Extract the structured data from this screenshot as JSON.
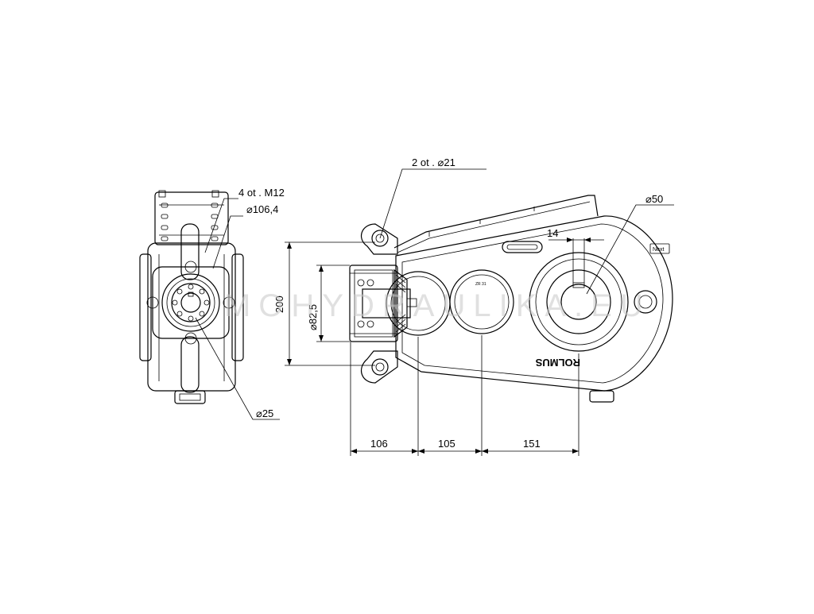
{
  "drawing": {
    "side_view": {
      "bolts_label": "4 ot . M12",
      "flange_diameter_label": "⌀106,4",
      "shaft_diameter_label": "⌀25"
    },
    "front_view": {
      "holes_label": "2 ot . ⌀21",
      "output_shaft_label": "⌀50",
      "key_width_label": "14",
      "height_label": "200",
      "bore_label": "⌀82,5",
      "dim_a_label": "106",
      "dim_b_label": "105",
      "dim_c_label": "151",
      "brand_label": "ROLMUS",
      "badge_label": "Next",
      "tiny_mark_label": "ZR 31"
    },
    "watermark": "MOHYDRAULIKA.EU"
  },
  "colors": {
    "line": "#000000",
    "watermark": "#c8c8c8",
    "background": "#ffffff"
  }
}
